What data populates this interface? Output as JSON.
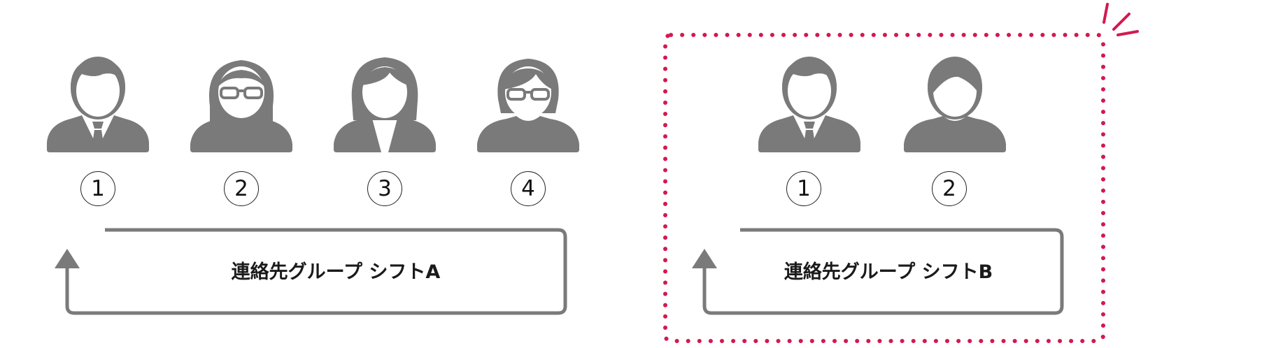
{
  "colors": {
    "person": "#7a7a7a",
    "arrow": "#7a7a7a",
    "highlight": "#d4184f"
  },
  "groups": [
    {
      "label": "連絡先グループ シフトA",
      "members": [
        {
          "number": "1",
          "icon": "man-suit-icon"
        },
        {
          "number": "2",
          "icon": "woman-glasses-icon"
        },
        {
          "number": "3",
          "icon": "woman-icon"
        },
        {
          "number": "4",
          "icon": "person-glasses-icon"
        }
      ]
    },
    {
      "label": "連絡先グループ シフトB",
      "highlighted": true,
      "members": [
        {
          "number": "1",
          "icon": "man-suit-icon"
        },
        {
          "number": "2",
          "icon": "man-icon"
        }
      ]
    }
  ]
}
